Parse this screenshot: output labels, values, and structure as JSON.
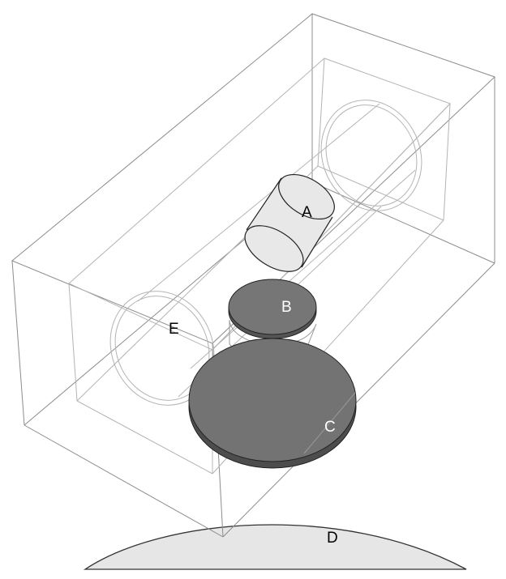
{
  "labels": {
    "a": "A",
    "b": "B",
    "c": "C",
    "d": "D",
    "e": "E"
  },
  "colors": {
    "outline": "#8c8c8c",
    "inner_outline": "#b4b4b4",
    "object_a_fill": "#e8e8e8",
    "object_b_fill": "#767676",
    "object_c_fill": "#737373",
    "object_d_fill": "#e6e6e6",
    "dark_label": "#000000",
    "light_label": "#ffffff"
  }
}
